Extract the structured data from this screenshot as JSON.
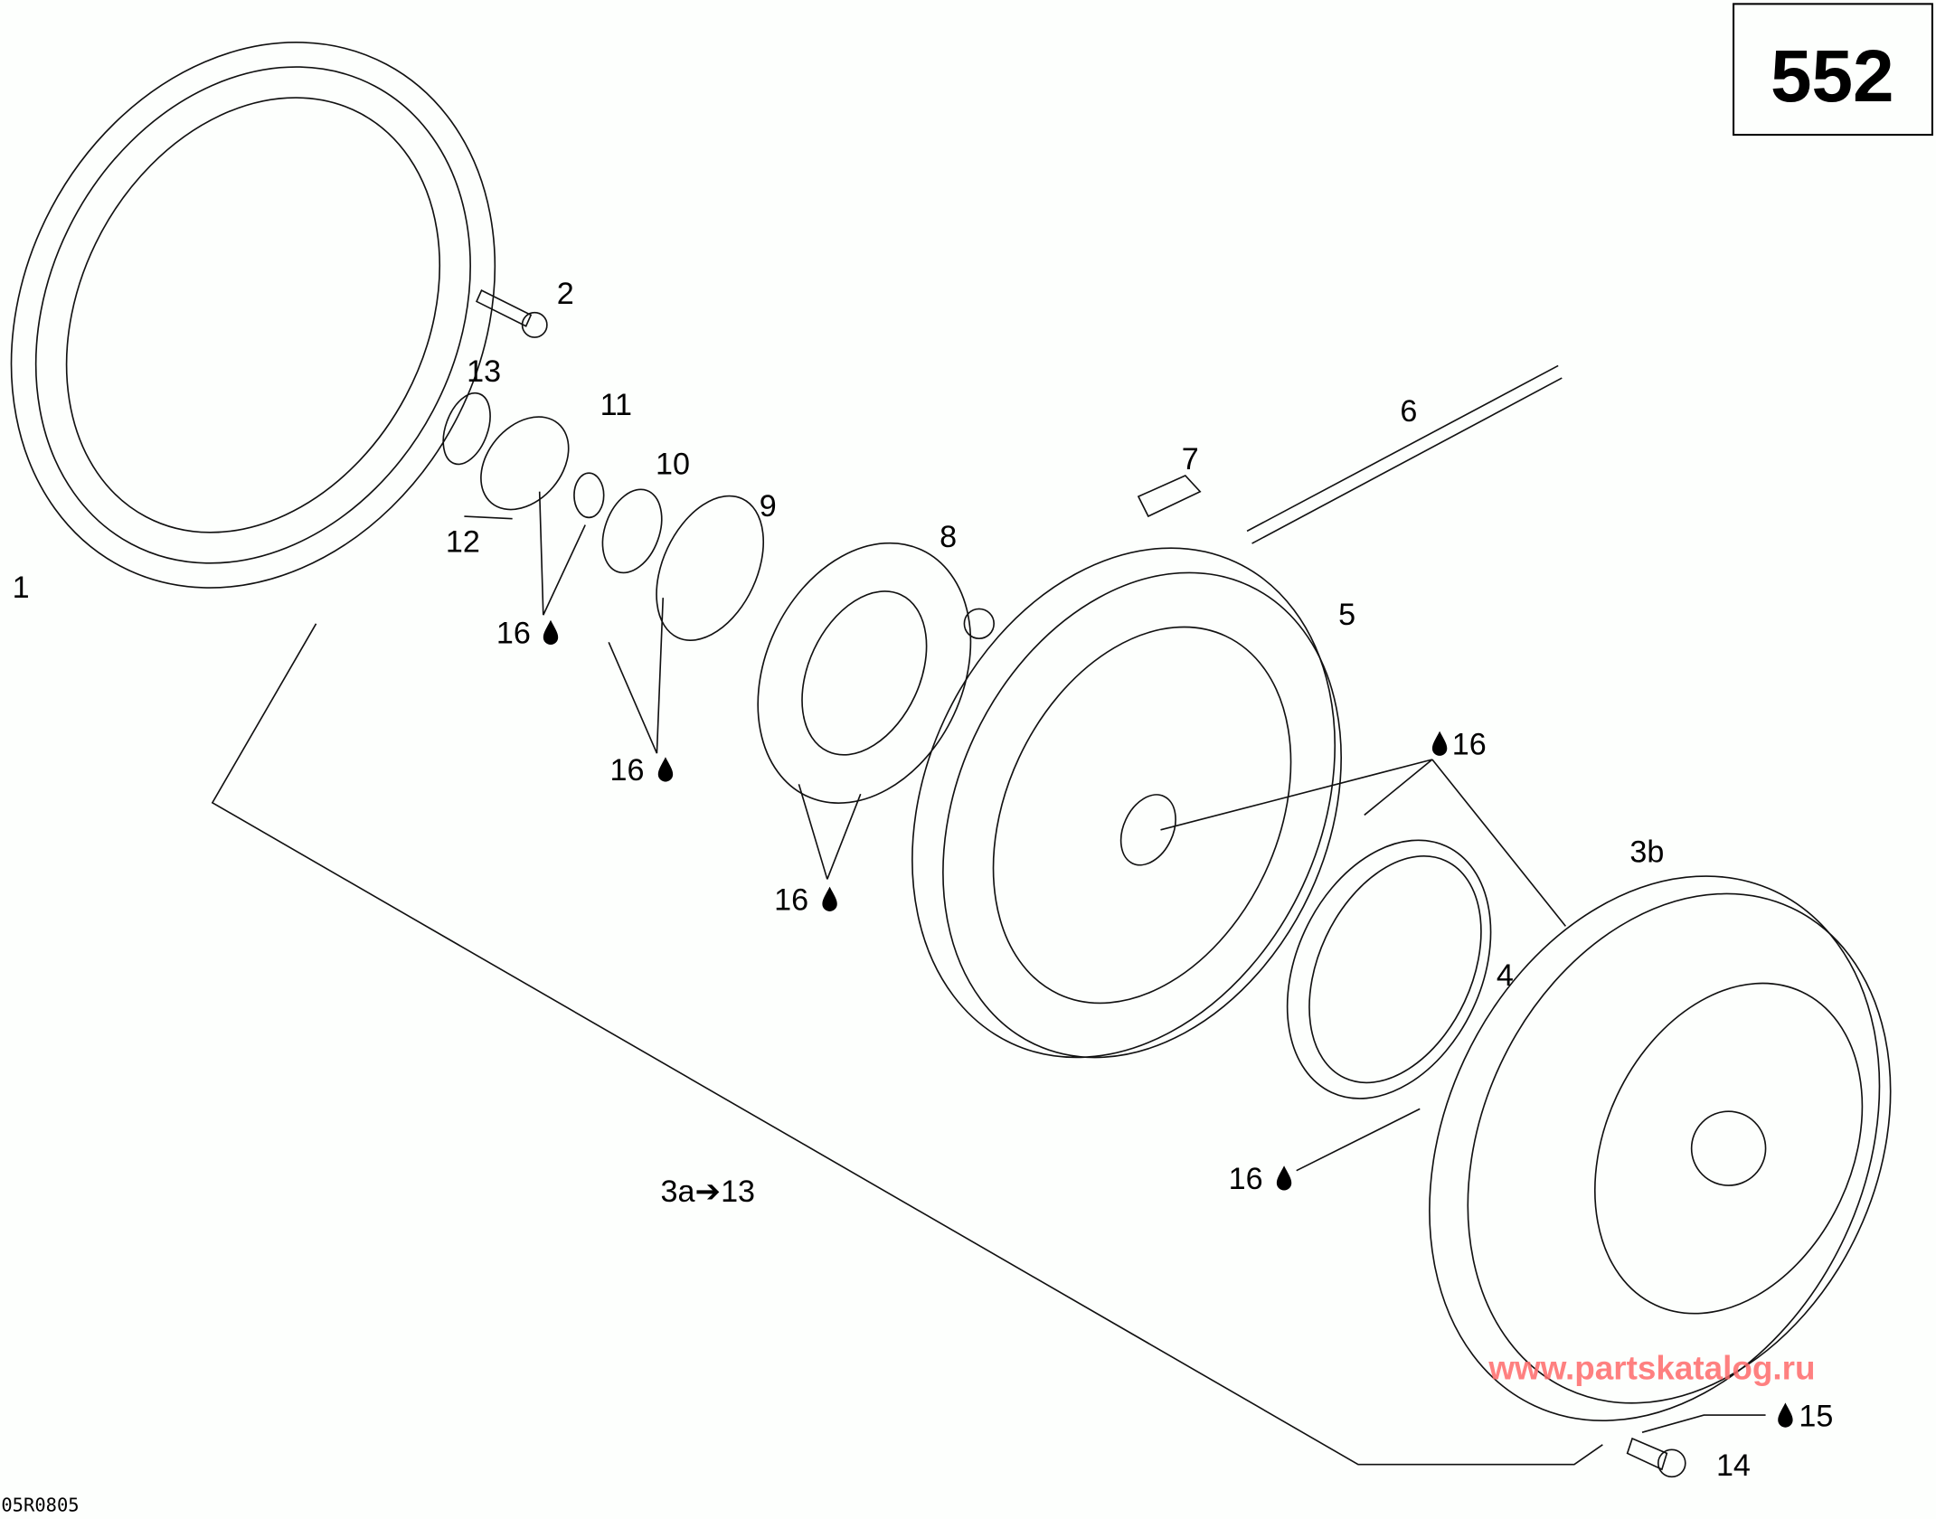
{
  "page_number": "552",
  "drawing_code": "05R0805",
  "watermark": "www.partskatalog.ru",
  "callouts": {
    "p1": "1",
    "p2": "2",
    "p3a": "3a",
    "p3a_arrow": "➔",
    "p3a_to": "13",
    "p3b": "3b",
    "p4": "4",
    "p5": "5",
    "p6": "6",
    "p7": "7",
    "p8": "8",
    "p9": "9",
    "p10": "10",
    "p11": "11",
    "p12": "12",
    "p13": "13",
    "p14": "14",
    "p15": "15",
    "p16": "16"
  },
  "icons": {
    "lubricant": "oil-drop-icon"
  },
  "colors": {
    "line": "#111111",
    "watermark": "#ff6b6b"
  }
}
